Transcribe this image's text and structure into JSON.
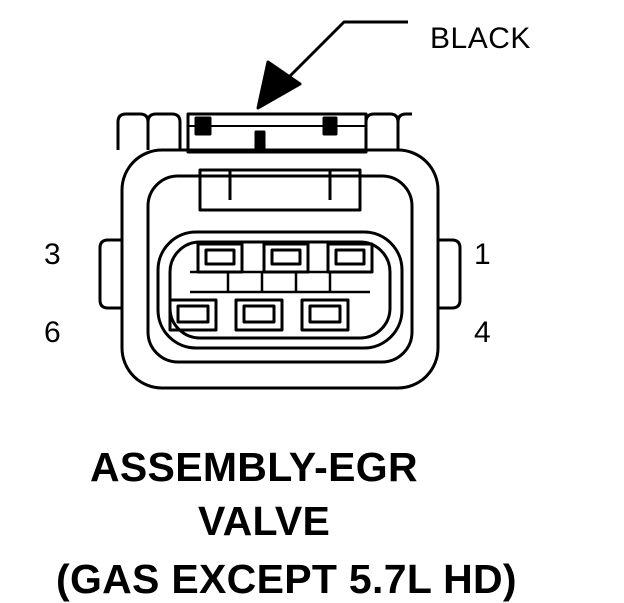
{
  "diagram": {
    "wire_color_label": "BLACK",
    "pins": {
      "top_left": "3",
      "top_right": "1",
      "bottom_left": "6",
      "bottom_right": "4"
    },
    "caption": {
      "line1": "ASSEMBLY-EGR",
      "line2": "VALVE",
      "line3": "(GAS EXCEPT 5.7L HD)"
    }
  }
}
